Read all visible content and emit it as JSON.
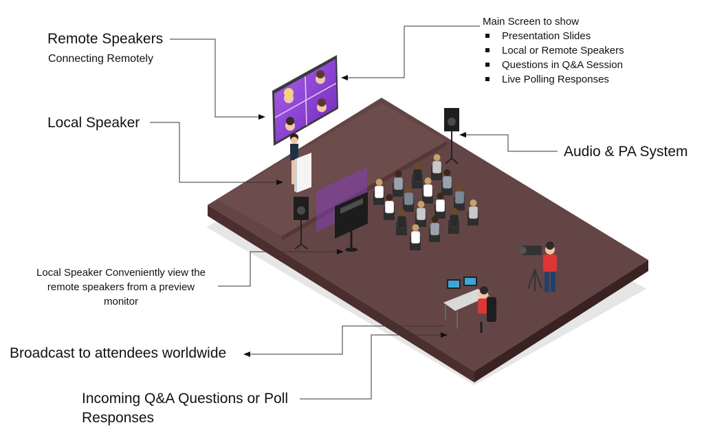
{
  "labels": {
    "remote_speakers_title": "Remote Speakers",
    "remote_speakers_sub": "Connecting Remotely",
    "local_speaker": "Local Speaker",
    "main_screen_title": "Main Screen to show",
    "main_screen_items": [
      "Presentation Slides",
      "Local or Remote Speakers",
      "Questions in Q&A Session",
      "Live Polling Responses"
    ],
    "audio_pa": "Audio & PA System",
    "preview_monitor_lines": [
      "Local Speaker Conveniently view the",
      "remote speakers from a preview",
      "monitor"
    ],
    "broadcast": "Broadcast to attendees worldwide",
    "incoming_qa_lines": [
      "Incoming Q&A Questions or Poll",
      "Responses"
    ]
  },
  "colors": {
    "stage_top": "#644545",
    "stage_front": "#4c3030",
    "stage_side": "#3d2424",
    "screen_purple": "#8a3fd0",
    "leader_line": "#333333"
  }
}
